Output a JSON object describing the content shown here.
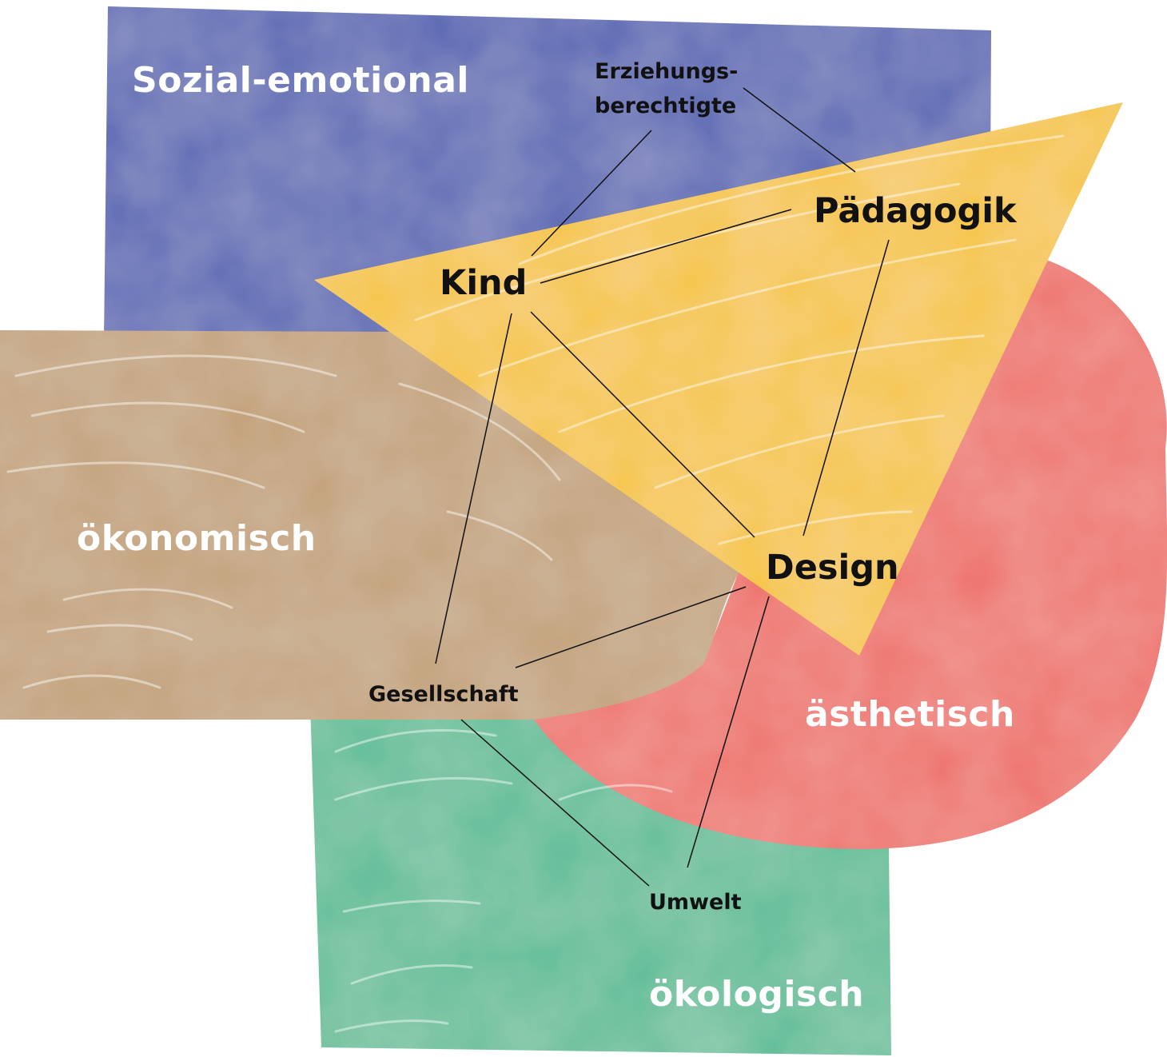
{
  "colors": {
    "sozial_emotional": "#5a67b4",
    "oekonomisch": "#c2a179",
    "aesthetisch": "#ee726b",
    "oekologisch": "#5ebd97",
    "paedagogik_triangle": "#f6c543",
    "line": "#111111"
  },
  "dimensions": {
    "sozial_emotional": "Sozial-emotional",
    "oekonomisch": "ökonomisch",
    "aesthetisch": "ästhetisch",
    "oekologisch": "ökologisch"
  },
  "nodes": {
    "kind": "Kind",
    "paedagogik": "Pädagogik",
    "design": "Design",
    "erziehungsberechtigte_line1": "Erziehungs-",
    "erziehungsberechtigte_line2": "berechtigte",
    "gesellschaft": "Gesellschaft",
    "umwelt": "Umwelt"
  }
}
